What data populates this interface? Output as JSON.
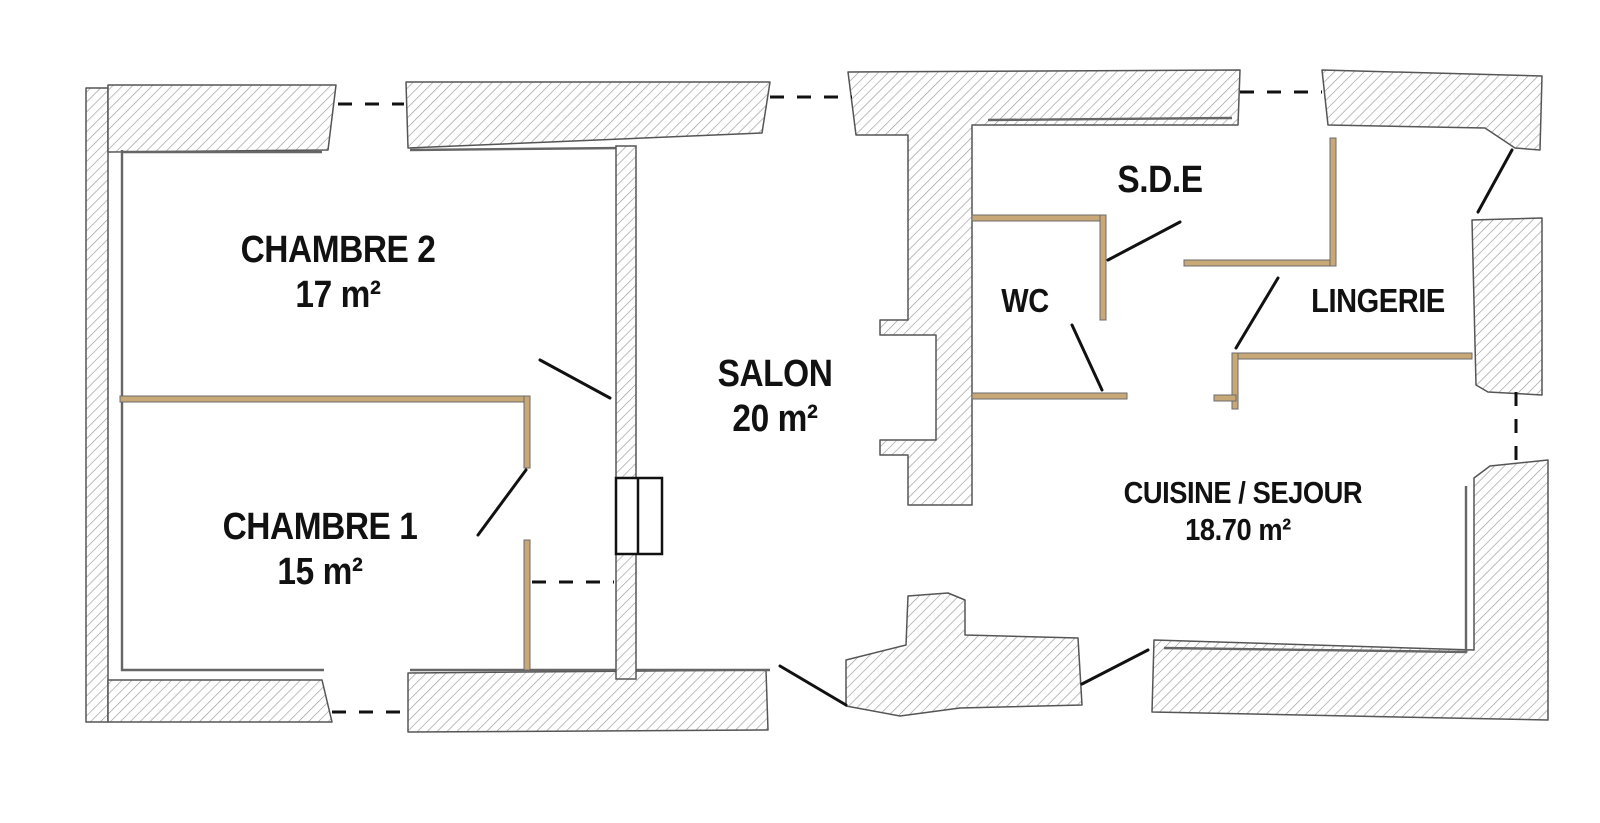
{
  "colors": {
    "wall_outline": "#555555",
    "hatch": "#9a9a9a",
    "partition": "#c9a877",
    "partition_edge": "#6b6b6b",
    "door_swing": "#111111",
    "text": "#111111"
  },
  "rooms": {
    "chambre2": {
      "name": "CHAMBRE 2",
      "area": "17 m²"
    },
    "chambre1": {
      "name": "CHAMBRE 1",
      "area": "15 m²"
    },
    "salon": {
      "name": "SALON",
      "area": "20 m²"
    },
    "wc": {
      "name": "WC"
    },
    "sde": {
      "name": "S.D.E"
    },
    "lingerie": {
      "name": "LINGERIE"
    },
    "cuisine": {
      "name": "CUISINE / SEJOUR",
      "area": "18.70 m²"
    }
  }
}
